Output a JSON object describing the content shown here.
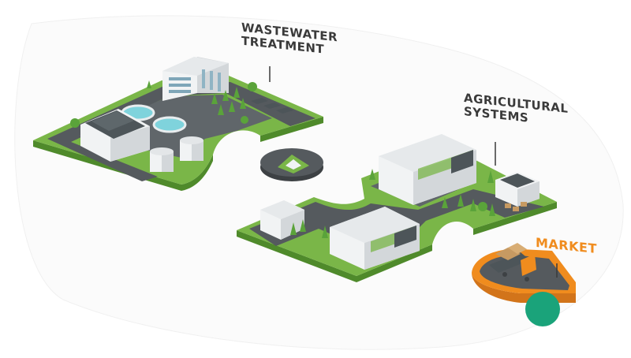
{
  "labels": {
    "wastewater": [
      "WASTEWATER",
      "TREATMENT"
    ],
    "agricultural": [
      "AGRICULTURAL",
      "SYSTEMS"
    ],
    "market": [
      "MARKET"
    ]
  },
  "colors": {
    "grass": "#7ab648",
    "grass_side": "#4f8a2b",
    "road": "#555a5e",
    "road_side": "#3d4144",
    "building_light": "#f1f3f4",
    "building_shade": "#d3d7da",
    "roof_panel": "#4d5559",
    "water": "#7fd3dc",
    "tree": "#5aa33a",
    "market_label": "#f08c1e",
    "market_base": "#f08c1e",
    "market_dot": "#1aa37a",
    "label_text": "#3a3a3a"
  },
  "icons": [
    "factory-icon",
    "greenhouse-icon",
    "truck-icon",
    "recycle-icon",
    "tree-icon",
    "storage-tank-icon"
  ]
}
